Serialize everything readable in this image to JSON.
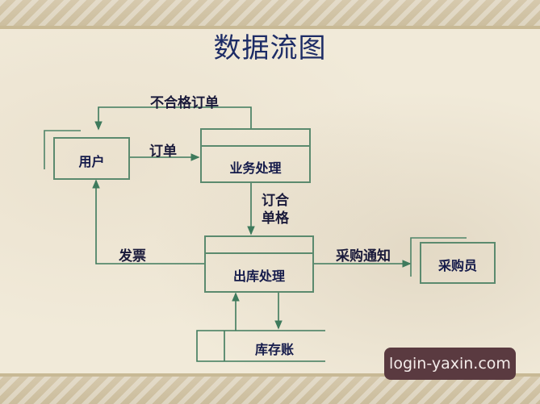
{
  "title": "数据流图",
  "nodes": {
    "user": "用户",
    "business": "业务处理",
    "outbound": "出库处理",
    "purchaser": "采购员",
    "inventory": "库存账"
  },
  "flows": {
    "rejected_order": "不合格订单",
    "order": "订单",
    "valid_order_line1": "订合",
    "valid_order_line2": "单格",
    "invoice": "发票",
    "purchase_notice": "采购通知"
  },
  "watermark": "login-yaxin.com",
  "colors": {
    "line": "#3e7a5c",
    "title": "#1d2c66",
    "text": "#141a4a"
  }
}
